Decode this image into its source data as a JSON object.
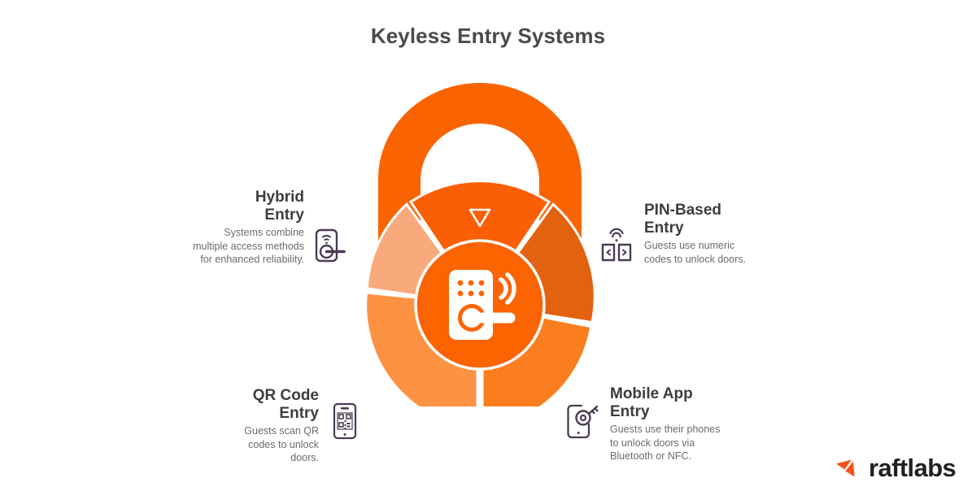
{
  "title": "Keyless Entry Systems",
  "colors": {
    "shackle": "#FA6400",
    "segment_top": "#FA5F05",
    "segment_right": "#E2620F",
    "segment_bottom_right": "#FB7E1E",
    "segment_bottom_left": "#FC9242",
    "segment_left": "#F9AA7C",
    "hub": "#FB6400",
    "icon_purple": "#4A3B55",
    "title_gray": "#4a4a4a",
    "body_gray": "#6b6b6b",
    "logo_orange": "#F4511E",
    "logo_text": "#231f20",
    "background": "#FFFFFF"
  },
  "center": {
    "icon": "smart-lock-keypad-icon",
    "marker": "triangle-down-marker"
  },
  "callouts": [
    {
      "id": "hybrid",
      "title": "Hybrid\nEntry",
      "title_line1": "Hybrid",
      "title_line2": "Entry",
      "desc": "Systems combine multiple access methods for enhanced reliability.",
      "icon": "door-lock-wifi-icon",
      "segment": "segment_left"
    },
    {
      "id": "pin",
      "title": "PIN-Based Entry",
      "title_line1": "PIN-Based",
      "title_line2": "Entry",
      "desc": "Guests use numeric codes to unlock doors.",
      "icon": "double-door-signal-icon",
      "segment": "segment_right"
    },
    {
      "id": "qr",
      "title": "QR Code Entry",
      "title_line1": "QR Code",
      "title_line2": "Entry",
      "desc": "Guests scan QR codes to unlock doors.",
      "icon": "phone-qr-code-icon",
      "segment": "segment_bottom_left"
    },
    {
      "id": "mobile",
      "title": "Mobile App Entry",
      "title_line1": "Mobile App",
      "title_line2": "Entry",
      "desc": "Guests use their phones to unlock doors via Bluetooth or NFC.",
      "icon": "phone-key-icon",
      "segment": "segment_bottom_right"
    }
  ],
  "logo": {
    "text": "raftlabs",
    "mark": "raftlabs-arrow-mark"
  }
}
